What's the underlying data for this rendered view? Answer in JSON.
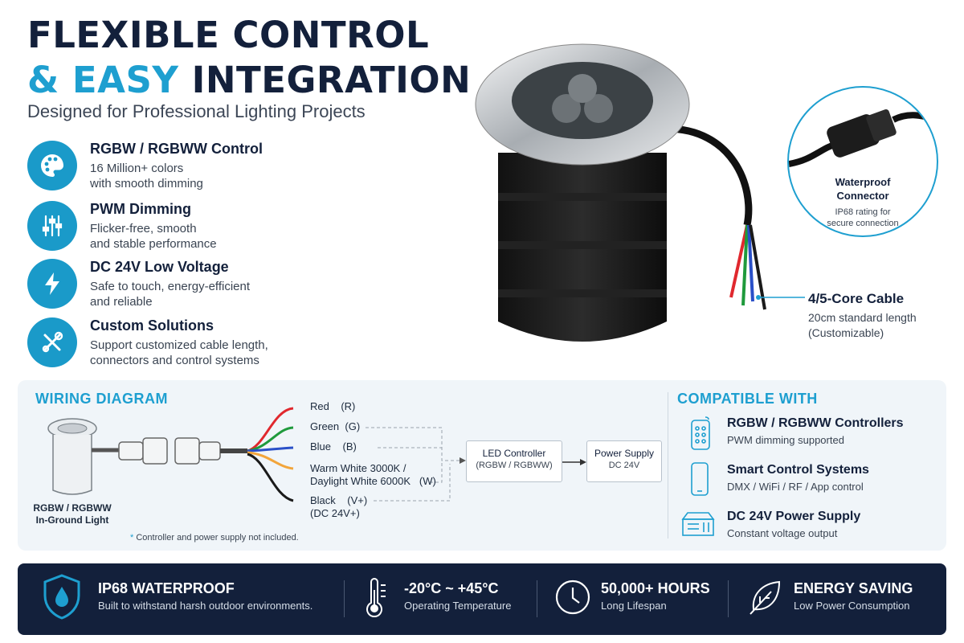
{
  "header": {
    "title_line1": "FLEXIBLE CONTROL",
    "title_line2_accent": "& EASY",
    "title_line2_rest": " INTEGRATION",
    "subtitle": "Designed for Professional Lighting Projects"
  },
  "features": [
    {
      "icon": "palette-icon",
      "title": "RGBW / RGBWW Control",
      "desc1": "16 Million+ colors",
      "desc2": "with smooth dimming"
    },
    {
      "icon": "sliders-icon",
      "title": "PWM Dimming",
      "desc1": "Flicker-free, smooth",
      "desc2": "and stable performance"
    },
    {
      "icon": "lightning-icon",
      "title": "DC 24V Low Voltage",
      "desc1": "Safe to touch, energy-efficient",
      "desc2": "and reliable"
    },
    {
      "icon": "wrench-screwdriver-icon",
      "title": "Custom Solutions",
      "desc1": "Support customized cable length,",
      "desc2": "connectors and control systems"
    }
  ],
  "callouts": {
    "connector_title1": "Waterproof",
    "connector_title2": "Connector",
    "connector_desc1": "IP68 rating for",
    "connector_desc2": "secure connection",
    "cable_title": "4/5-Core Cable",
    "cable_desc1": "20cm standard length",
    "cable_desc2": "(Customizable)"
  },
  "wiring": {
    "title": "WIRING DIAGRAM",
    "fixture_label1": "RGBW / RGBWW",
    "fixture_label2": "In-Ground Light",
    "wires": [
      {
        "name": "Red",
        "code": "(R)",
        "color": "#e0282e"
      },
      {
        "name": "Green",
        "code": "(G)",
        "color": "#1f9a3c"
      },
      {
        "name": "Blue",
        "code": "(B)",
        "color": "#2a50c8"
      },
      {
        "name": "Warm White 3000K /",
        "name2": "Daylight White 6000K",
        "code": "(W)",
        "color": "#f2a53b"
      },
      {
        "name": "Black",
        "code": "(V+)",
        "name2": "(DC 24V+)",
        "color": "#1a1a1a"
      }
    ],
    "controller_title": "LED Controller",
    "controller_sub": "(RGBW / RGBWW)",
    "power_title": "Power Supply",
    "power_sub": "DC 24V",
    "note_star": "*",
    "note": " Controller and power supply not included."
  },
  "compatible": {
    "title": "COMPATIBLE WITH",
    "items": [
      {
        "icon": "remote-control-icon",
        "title": "RGBW / RGBWW Controllers",
        "desc": "PWM dimming supported"
      },
      {
        "icon": "smartphone-icon",
        "title": "Smart Control Systems",
        "desc": "DMX / WiFi / RF / App control"
      },
      {
        "icon": "power-supply-icon",
        "title": "DC 24V Power Supply",
        "desc": "Constant voltage output"
      }
    ]
  },
  "bottom_bar": [
    {
      "icon": "shield-water-drop-icon",
      "title": "IP68 WATERPROOF",
      "desc": "Built to withstand harsh outdoor environments."
    },
    {
      "icon": "thermometer-icon",
      "title": "-20°C ~ +45°C",
      "desc": "Operating Temperature"
    },
    {
      "icon": "clock-icon",
      "title": "50,000+ HOURS",
      "desc": "Long Lifespan"
    },
    {
      "icon": "leaf-icon",
      "title": "ENERGY SAVING",
      "desc": "Low Power Consumption"
    }
  ],
  "colors": {
    "navy": "#13203b",
    "accent": "#1e9fd0",
    "panel": "#f0f5f9"
  }
}
